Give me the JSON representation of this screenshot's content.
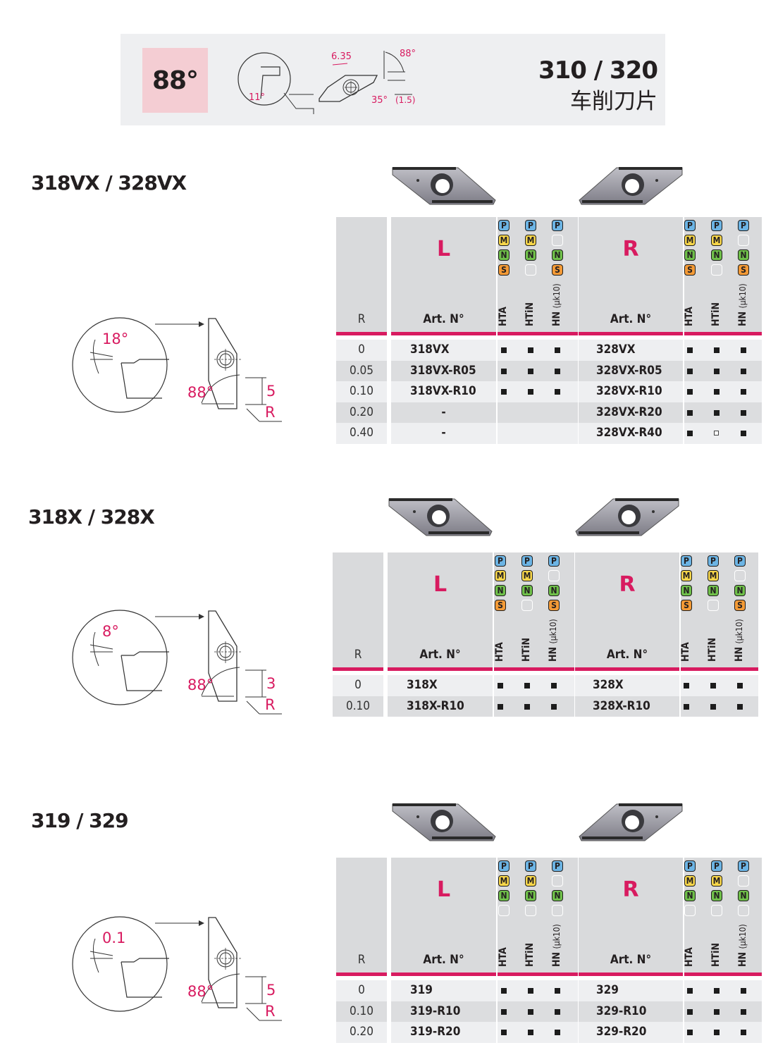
{
  "header": {
    "angle": "88°",
    "title": "310 / 320",
    "subtitle": "车削刀片",
    "diagram": {
      "dim_width": "6.35",
      "angle_top": "88°",
      "angle_clearance": "11°",
      "angle_nose": "35°",
      "dim_depth": "(1.5)"
    }
  },
  "colors": {
    "accent": "#d81b60",
    "header_bg": "#d9dadc",
    "banner_bg": "#eeeff1",
    "angle_box": "#f4cdd3",
    "P": "#6cb4e4",
    "M": "#f7d64a",
    "N": "#6fbf4a",
    "S": "#f39a36"
  },
  "table_labels": {
    "r": "R",
    "art": "Art. N°",
    "left": "L",
    "right": "R",
    "coatings": [
      "HTA",
      "HTiN",
      "HN"
    ],
    "hn_suffix": "(μk10)"
  },
  "sections": [
    {
      "title": "318VX / 328VX",
      "diagram": {
        "rake_angle": "18°",
        "lead_angle": "88°",
        "dim": "5",
        "radius": "R"
      },
      "grades_left": [
        [
          "P",
          "M",
          "N",
          "S"
        ],
        [
          "P",
          "M",
          "N",
          ""
        ],
        [
          "P",
          "",
          "N",
          "S"
        ]
      ],
      "grades_right": [
        [
          "P",
          "M",
          "N",
          "S"
        ],
        [
          "P",
          "M",
          "N",
          ""
        ],
        [
          "P",
          "",
          "N",
          "S"
        ]
      ],
      "rows": [
        {
          "r": "0",
          "left": "318VX",
          "lmarks": [
            "■",
            "■",
            "■"
          ],
          "right": "328VX",
          "rmarks": [
            "■",
            "■",
            "■"
          ]
        },
        {
          "r": "0.05",
          "left": "318VX-R05",
          "lmarks": [
            "■",
            "■",
            "■"
          ],
          "right": "328VX-R05",
          "rmarks": [
            "■",
            "■",
            "■"
          ]
        },
        {
          "r": "0.10",
          "left": "318VX-R10",
          "lmarks": [
            "■",
            "■",
            "■"
          ],
          "right": "328VX-R10",
          "rmarks": [
            "■",
            "■",
            "■"
          ]
        },
        {
          "r": "0.20",
          "left": "-",
          "lmarks": [
            "",
            "",
            ""
          ],
          "right": "328VX-R20",
          "rmarks": [
            "■",
            "■",
            "■"
          ]
        },
        {
          "r": "0.40",
          "left": "-",
          "lmarks": [
            "",
            "",
            ""
          ],
          "right": "328VX-R40",
          "rmarks": [
            "■",
            "□",
            "■"
          ]
        }
      ]
    },
    {
      "title": "318X / 328X",
      "diagram": {
        "rake_angle": "8°",
        "lead_angle": "88°",
        "dim": "3",
        "radius": "R"
      },
      "grades_left": [
        [
          "P",
          "M",
          "N",
          "S"
        ],
        [
          "P",
          "M",
          "N",
          ""
        ],
        [
          "P",
          "",
          "N",
          "S"
        ]
      ],
      "grades_right": [
        [
          "P",
          "M",
          "N",
          "S"
        ],
        [
          "P",
          "M",
          "N",
          ""
        ],
        [
          "P",
          "",
          "N",
          "S"
        ]
      ],
      "rows": [
        {
          "r": "0",
          "left": "318X",
          "lmarks": [
            "■",
            "■",
            "■"
          ],
          "right": "328X",
          "rmarks": [
            "■",
            "■",
            "■"
          ]
        },
        {
          "r": "0.10",
          "left": "318X-R10",
          "lmarks": [
            "■",
            "■",
            "■"
          ],
          "right": "328X-R10",
          "rmarks": [
            "■",
            "■",
            "■"
          ]
        }
      ]
    },
    {
      "title": "319 / 329",
      "diagram": {
        "rake_angle": "0.1",
        "lead_angle": "88°",
        "dim": "5",
        "radius": "R"
      },
      "grades_left": [
        [
          "P",
          "M",
          "N",
          ""
        ],
        [
          "P",
          "M",
          "N",
          ""
        ],
        [
          "P",
          "",
          "N",
          ""
        ]
      ],
      "grades_right": [
        [
          "P",
          "M",
          "N",
          ""
        ],
        [
          "P",
          "M",
          "N",
          ""
        ],
        [
          "P",
          "",
          "N",
          ""
        ]
      ],
      "rows": [
        {
          "r": "0",
          "left": "319",
          "lmarks": [
            "■",
            "■",
            "■"
          ],
          "right": "329",
          "rmarks": [
            "■",
            "■",
            "■"
          ]
        },
        {
          "r": "0.10",
          "left": "319-R10",
          "lmarks": [
            "■",
            "■",
            "■"
          ],
          "right": "329-R10",
          "rmarks": [
            "■",
            "■",
            "■"
          ]
        },
        {
          "r": "0.20",
          "left": "319-R20",
          "lmarks": [
            "■",
            "■",
            "■"
          ],
          "right": "329-R20",
          "rmarks": [
            "■",
            "■",
            "■"
          ]
        }
      ]
    }
  ]
}
